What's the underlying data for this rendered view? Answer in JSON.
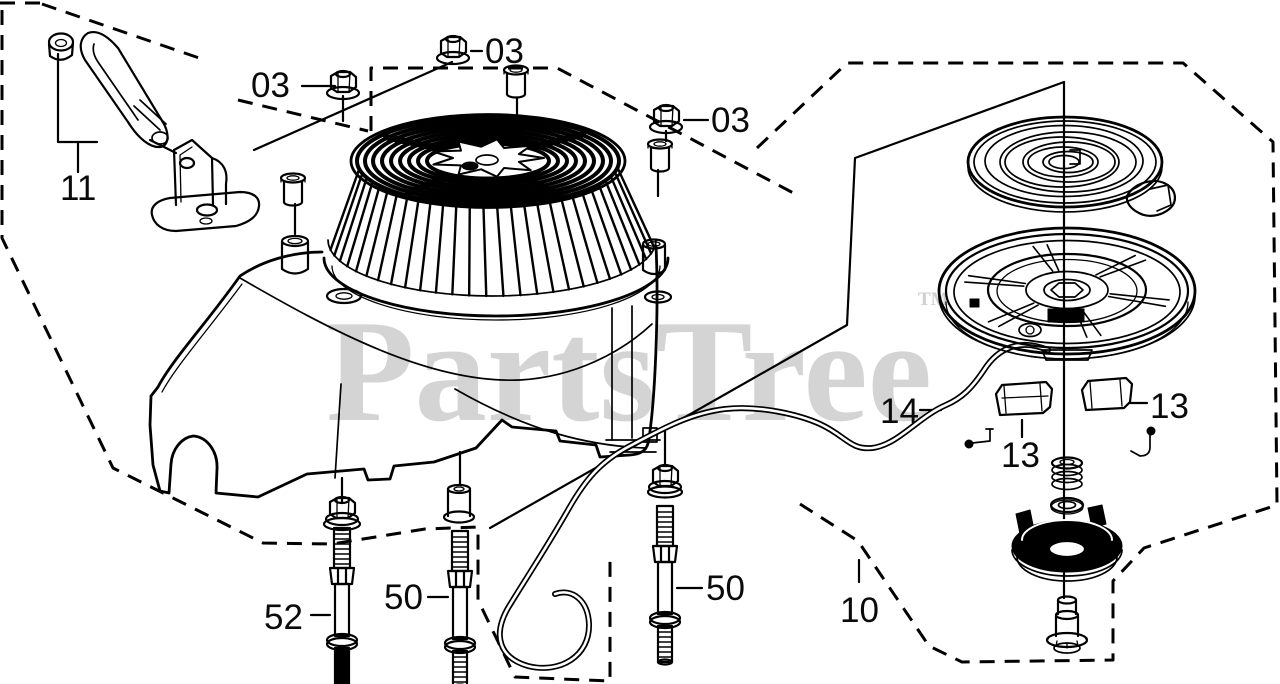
{
  "watermark": {
    "text": "PartsTree",
    "tm": "TM",
    "color": "#d4d4d4"
  },
  "colors": {
    "line": "#000000",
    "background": "#ffffff",
    "watermark": "#d4d4d4"
  },
  "labels": [
    {
      "id": "callout-11",
      "text": "11",
      "part": "starter-handle-bracket-and-bushing"
    },
    {
      "id": "callout-03-left",
      "text": "03",
      "part": "flange-nut"
    },
    {
      "id": "callout-03-top",
      "text": "03",
      "part": "flange-nut"
    },
    {
      "id": "callout-03-right",
      "text": "03",
      "part": "flange-nut"
    },
    {
      "id": "callout-14",
      "text": "14",
      "part": "starter-rope"
    },
    {
      "id": "callout-13-right",
      "text": "13",
      "part": "starter-pawl"
    },
    {
      "id": "callout-13-mid",
      "text": "13",
      "part": "starter-pawl"
    },
    {
      "id": "callout-10",
      "text": "10",
      "part": "recoil-starter-assembly"
    },
    {
      "id": "callout-52",
      "text": "52",
      "part": "stud"
    },
    {
      "id": "callout-50-left",
      "text": "50",
      "part": "stud"
    },
    {
      "id": "callout-50-right",
      "text": "50",
      "part": "stud"
    }
  ]
}
